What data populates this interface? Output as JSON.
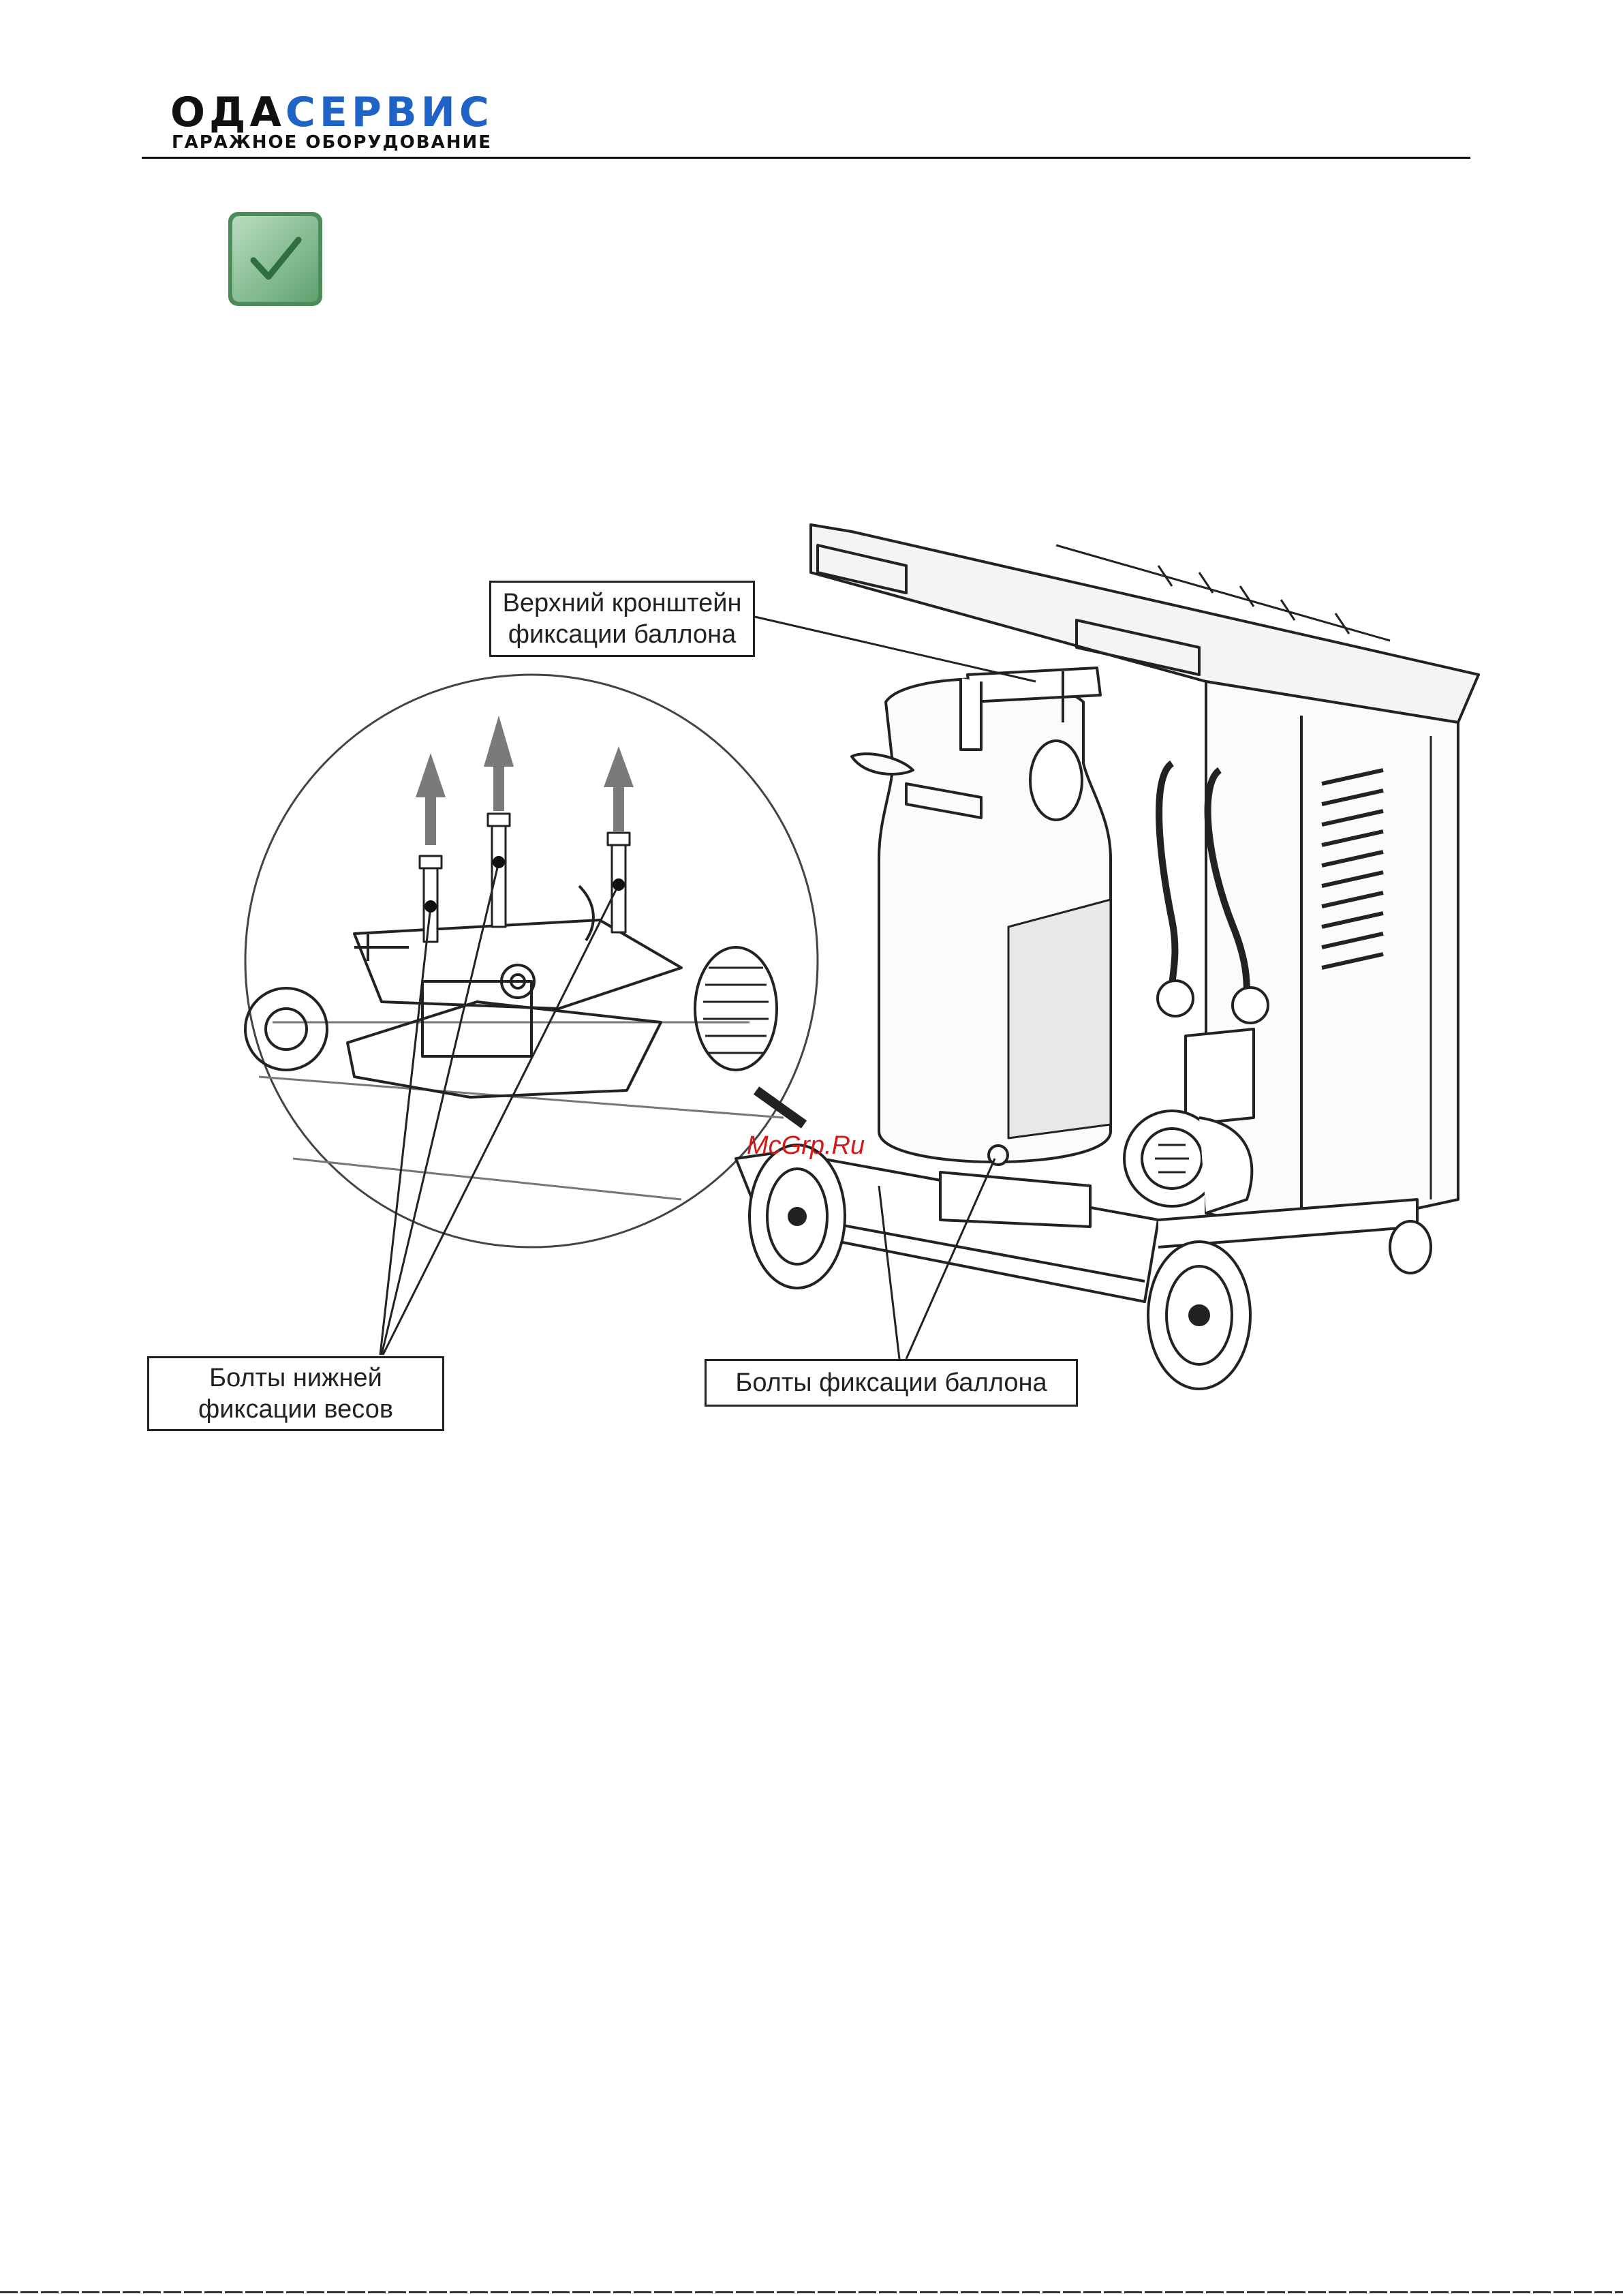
{
  "header": {
    "logo_part1": "ОДА",
    "logo_part2": "СЕРВИС",
    "logo_tagline": "ГАРАЖНОЕ ОБОРУДОВАНИЕ",
    "brand_color": "#1f63c6"
  },
  "note_icon": "checkmark-icon",
  "figure": {
    "callout_top": "Верхний кронштейн\nфиксации баллона",
    "callout_left": "Болты нижней\nфиксации весов",
    "callout_right": "Болты фиксации баллона",
    "watermark": "McGrp.Ru"
  }
}
